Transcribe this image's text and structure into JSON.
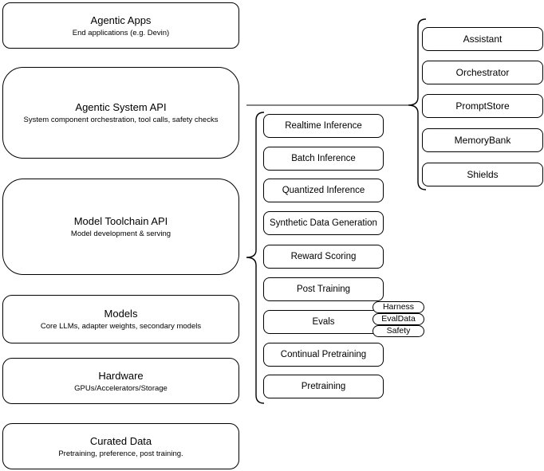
{
  "diagram": {
    "stack": [
      {
        "title": "Agentic Apps",
        "subtitle": "End applications (e.g. Devin)"
      },
      {
        "title": "Agentic System API",
        "subtitle": "System component orchestration, tool calls, safety checks"
      },
      {
        "title": "Model Toolchain API",
        "subtitle": "Model development & serving"
      },
      {
        "title": "Models",
        "subtitle": "Core LLMs, adapter weights, secondary models"
      },
      {
        "title": "Hardware",
        "subtitle": "GPUs/Accelerators/Storage"
      },
      {
        "title": "Curated Data",
        "subtitle": "Pretraining, preference, post training."
      }
    ],
    "toolchain_items": [
      "Realtime Inference",
      "Batch Inference",
      "Quantized Inference",
      "Synthetic Data Generation",
      "Reward Scoring",
      "Post Training",
      "Evals",
      "Continual Pretraining",
      "Pretraining"
    ],
    "eval_tags": [
      "Harness",
      "EvalData",
      "Safety"
    ],
    "system_components": [
      "Assistant",
      "Orchestrator",
      "PromptStore",
      "MemoryBank",
      "Shields"
    ],
    "colors": {
      "box_stroke": "#000000",
      "brace_stroke": "#000000",
      "connector": "#848484",
      "background": "#ffffff",
      "text": "#000000"
    }
  }
}
